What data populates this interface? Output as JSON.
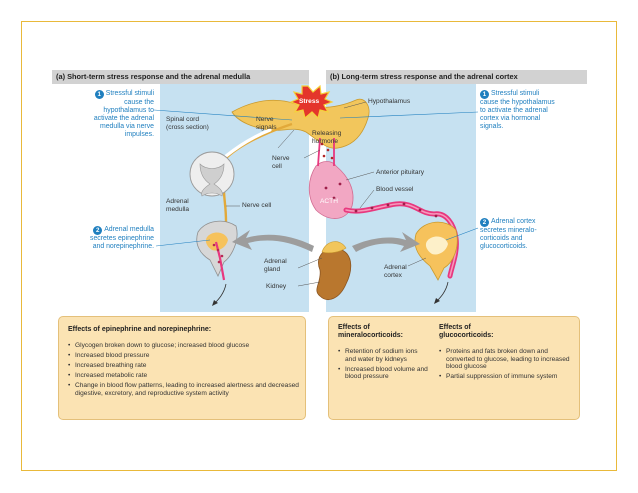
{
  "sections": {
    "short_term_title": "(a) Short-term stress response and the adrenal medulla",
    "long_term_title": "(b) Long-term stress response and the adrenal cortex"
  },
  "labels": {
    "stress": "Stress",
    "hypothalamus": "Hypothalamus",
    "spinal_cord": [
      "Spinal cord",
      "(cross section)"
    ],
    "nerve_signals": [
      "Nerve",
      "signals"
    ],
    "releasing_hormone": [
      "Releasing",
      "hormone"
    ],
    "nerve_cell_top": [
      "Nerve",
      "cell"
    ],
    "anterior_pituitary": "Anterior pituitary",
    "blood_vessel": "Blood vessel",
    "acth": "ACTH",
    "adrenal_medulla": [
      "Adrenal",
      "medulla"
    ],
    "nerve_cell_bottom": "Nerve cell",
    "adrenal_gland": [
      "Adrenal",
      "gland"
    ],
    "kidney": "Kidney",
    "adrenal_cortex": [
      "Adrenal",
      "cortex"
    ]
  },
  "steps": {
    "step1a": {
      "number": "1",
      "lines": [
        "Stressful stimuli",
        "cause the",
        "hypothalamus to",
        "activate the adrenal",
        "medulla via nerve",
        "impulses."
      ]
    },
    "step2a": {
      "number": "2",
      "lines": [
        "Adrenal medulla",
        "secretes epinephrine",
        "and norepinephrine."
      ]
    },
    "step1b": {
      "number": "1",
      "lines": [
        "Stressful stimuli",
        "cause the hypothalamus",
        "to activate the adrenal",
        "cortex via hormonal",
        "signals."
      ]
    },
    "step2b": {
      "number": "2",
      "lines": [
        "Adrenal cortex",
        "secretes mineralo-",
        "corticoids and",
        "glucocorticoids."
      ]
    }
  },
  "effects": {
    "epinephrine": {
      "title": "Effects of epinephrine and norepinephrine:",
      "items": [
        "Glycogen broken down to glucose; increased blood glucose",
        "Increased blood pressure",
        "Increased breathing rate",
        "Increased metabolic rate",
        "Change in blood flow patterns, leading to increased alertness and decreased digestive, excretory, and reproductive system activity"
      ]
    },
    "mineralocorticoids": {
      "title": [
        "Effects of",
        "mineralocorticoids:"
      ],
      "items": [
        "Retention of sodium ions and water by kidneys",
        "Increased blood volume and blood pressure"
      ]
    },
    "glucocorticoids": {
      "title": [
        "Effects of",
        "glucocorticoids:"
      ],
      "items": [
        "Proteins and fats broken down and converted to glucose, leading to increased blood glucose",
        "Partial suppression of immune system"
      ]
    }
  },
  "colors": {
    "frame": "#e9b93a",
    "panel_blue": "#c6e1f1",
    "step_blue": "#1f7fbf",
    "effects_box": "#fbe3b3",
    "stress_burst": "#e4352b",
    "neuron": "#f2c65c",
    "vessel": "#e8387e",
    "kidney": "#b9772e"
  }
}
